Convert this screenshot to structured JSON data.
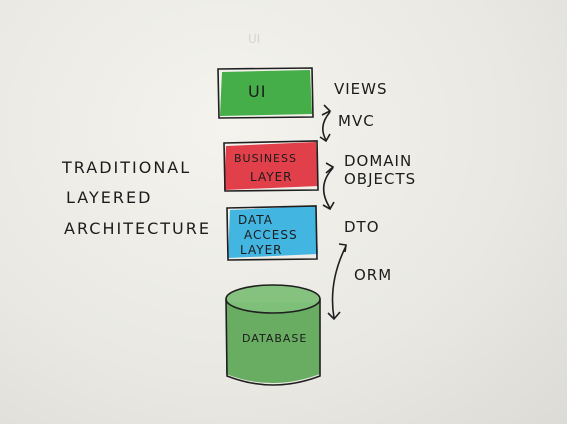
{
  "diagram": {
    "left_caption": [
      "TRADITIONAL",
      "LAYERED",
      "ARCHITECTURE"
    ],
    "layers": [
      {
        "label": [
          "UI"
        ],
        "color": "#36a83a"
      },
      {
        "label": [
          "BUSINESS",
          "LAYER"
        ],
        "color": "#e0303c"
      },
      {
        "label": [
          "DATA",
          "ACCESS",
          "LAYER"
        ],
        "color": "#30aee0"
      },
      {
        "label": [
          "DATABASE"
        ],
        "color": "#5aa653",
        "shape": "cylinder"
      }
    ],
    "connectors": [
      {
        "label": "MVC",
        "between": [
          "UI",
          "BUSINESS LAYER"
        ]
      },
      {
        "label": "DOMAIN OBJECTS",
        "between": [
          "BUSINESS LAYER",
          "DATA ACCESS LAYER"
        ]
      },
      {
        "label": "ORM",
        "between": [
          "DATA ACCESS LAYER",
          "DATABASE"
        ]
      }
    ],
    "annotations": {
      "views": "VIEWS",
      "dto": "DTO"
    },
    "ghost_text": "UI"
  }
}
